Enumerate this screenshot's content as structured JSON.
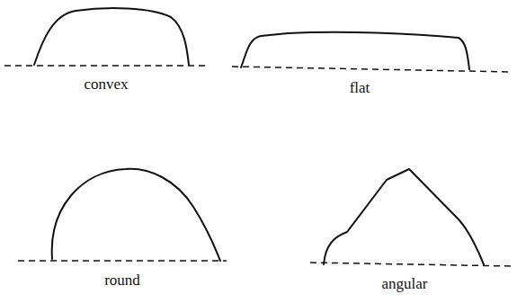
{
  "diagram": {
    "labels": [
      "convex",
      "flat",
      "round",
      "angular"
    ]
  }
}
